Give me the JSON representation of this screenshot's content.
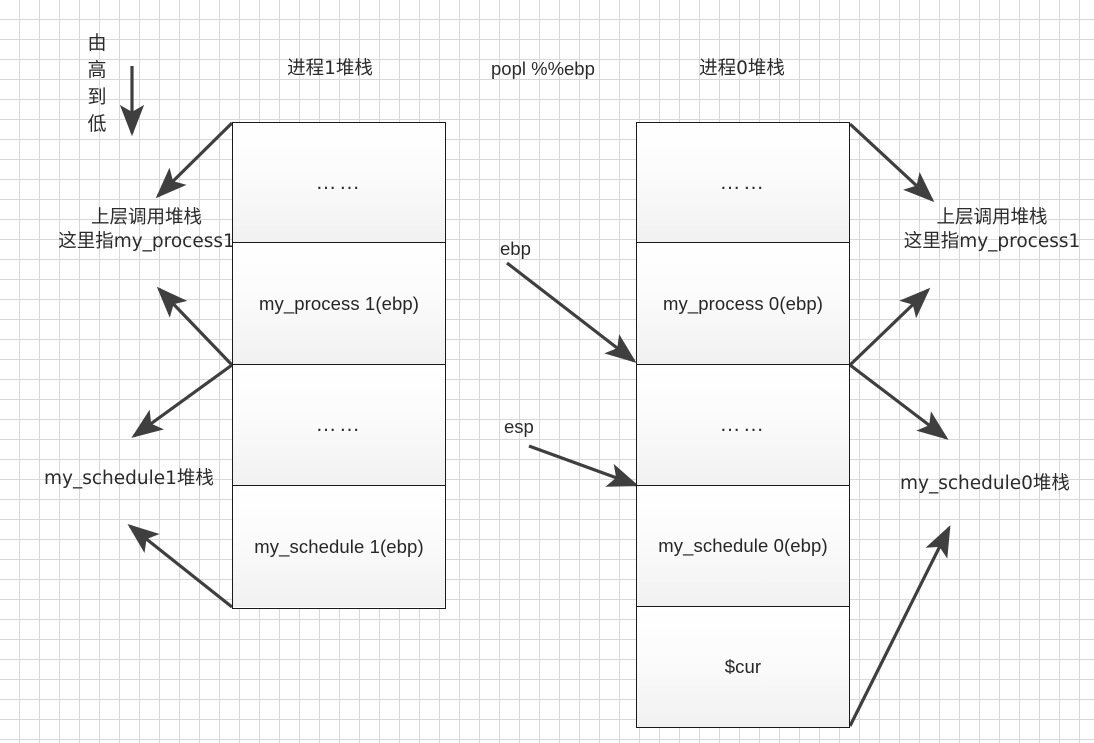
{
  "diagram": {
    "title_direction": "由高到低",
    "direction_chars": [
      "由",
      "高",
      "到",
      "低"
    ],
    "labels": {
      "left_stack_title": "进程1堆栈",
      "middle_instruction": "popl %%ebp",
      "right_stack_title": "进程0堆栈",
      "left_upper_caller_line1": "上层调用堆栈",
      "left_upper_caller_line2": "这里指my_process1",
      "right_upper_caller_line1": "上层调用堆栈",
      "right_upper_caller_line2": "这里指my_process1",
      "left_schedule_stack": "my_schedule1堆栈",
      "right_schedule_stack": "my_schedule0堆栈",
      "register_ebp": "ebp",
      "register_esp": "esp"
    },
    "left_stack_cells": [
      {
        "text": "……",
        "kind": "ellipsis"
      },
      {
        "text": "my_process 1(ebp)",
        "kind": "frame"
      },
      {
        "text": "……",
        "kind": "ellipsis"
      },
      {
        "text": "my_schedule 1(ebp)",
        "kind": "frame"
      }
    ],
    "right_stack_cells": [
      {
        "text": "……",
        "kind": "ellipsis"
      },
      {
        "text": "my_process 0(ebp)",
        "kind": "frame"
      },
      {
        "text": "……",
        "kind": "ellipsis"
      },
      {
        "text": "my_schedule 0(ebp)",
        "kind": "frame"
      },
      {
        "text": "$cur",
        "kind": "frame"
      }
    ],
    "colors": {
      "grid": "#d8d8d8",
      "stroke": "#1a1a1a",
      "arrow": "#3f3f3f",
      "text": "#2b2b2b",
      "cell_fill_top": "#ffffff",
      "cell_fill_bottom": "#f1f1f1"
    }
  }
}
